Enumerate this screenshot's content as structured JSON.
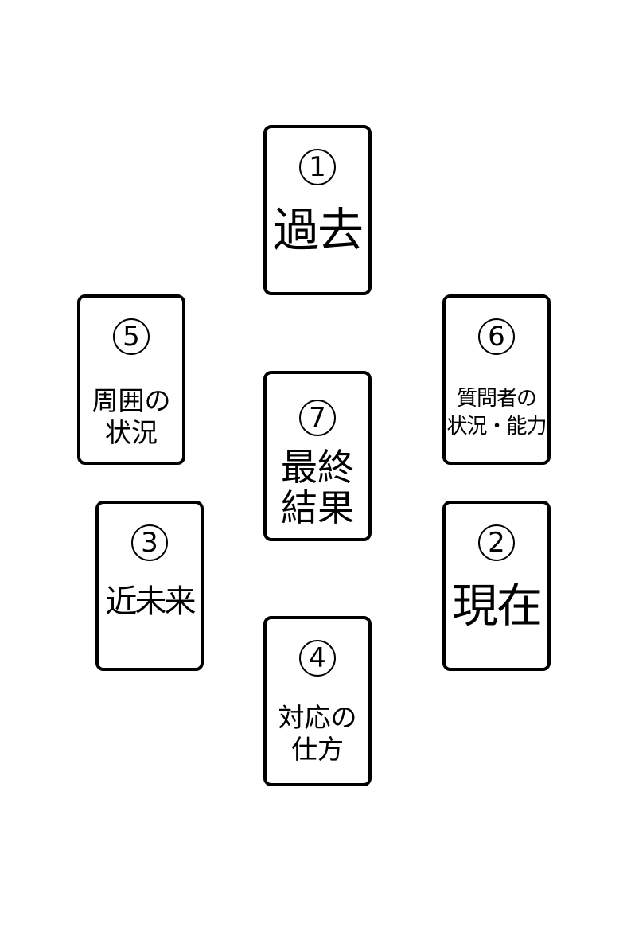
{
  "cards": {
    "c1": {
      "number": "①",
      "label": "過去"
    },
    "c2": {
      "number": "②",
      "label": "現在"
    },
    "c3": {
      "number": "③",
      "label": "近未来"
    },
    "c4": {
      "number": "④",
      "label": "対応の\n仕方"
    },
    "c5": {
      "number": "⑤",
      "label": "周囲の\n状況"
    },
    "c6": {
      "number": "⑥",
      "label": "質問者の\n状況・能力"
    },
    "c7": {
      "number": "⑦",
      "label": "最終\n結果"
    }
  }
}
